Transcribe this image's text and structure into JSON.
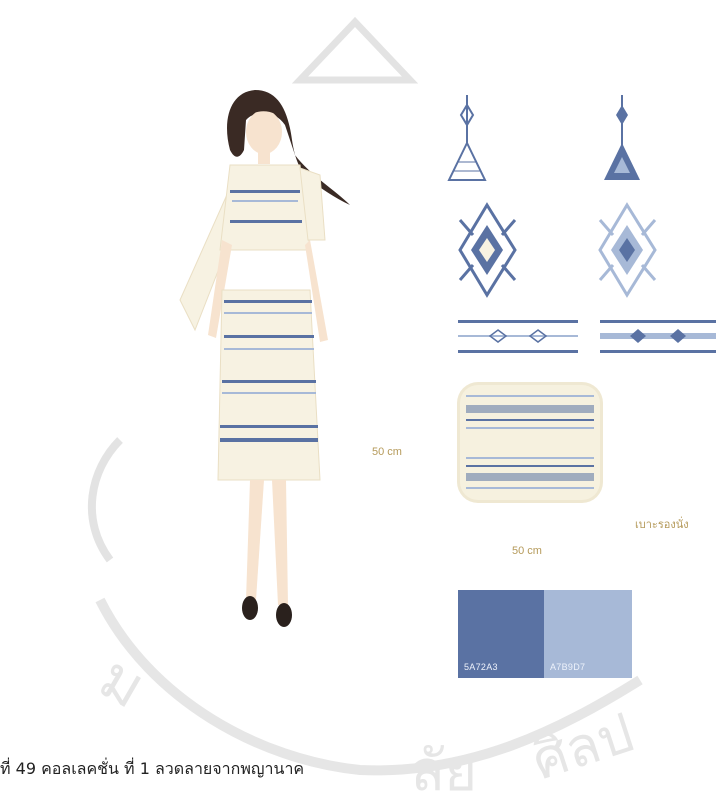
{
  "measurements": {
    "height_label": "50 cm",
    "width_label": "50 cm"
  },
  "product_label": "เบาะรองนั่ง",
  "swatches": [
    {
      "code": "5A72A3",
      "color": "#5A72A3"
    },
    {
      "code": "A7B9D7",
      "color": "#A7B9D7"
    }
  ],
  "caption": "ที่ 49 คอลเลคชั่น ที่ 1 ลวดลายจากพญานาค",
  "colors": {
    "pattern_primary": "#5a72a3",
    "pattern_light": "#a7b9d7",
    "fabric": "#f7f2e2",
    "watermark": "#dcdcdc"
  }
}
